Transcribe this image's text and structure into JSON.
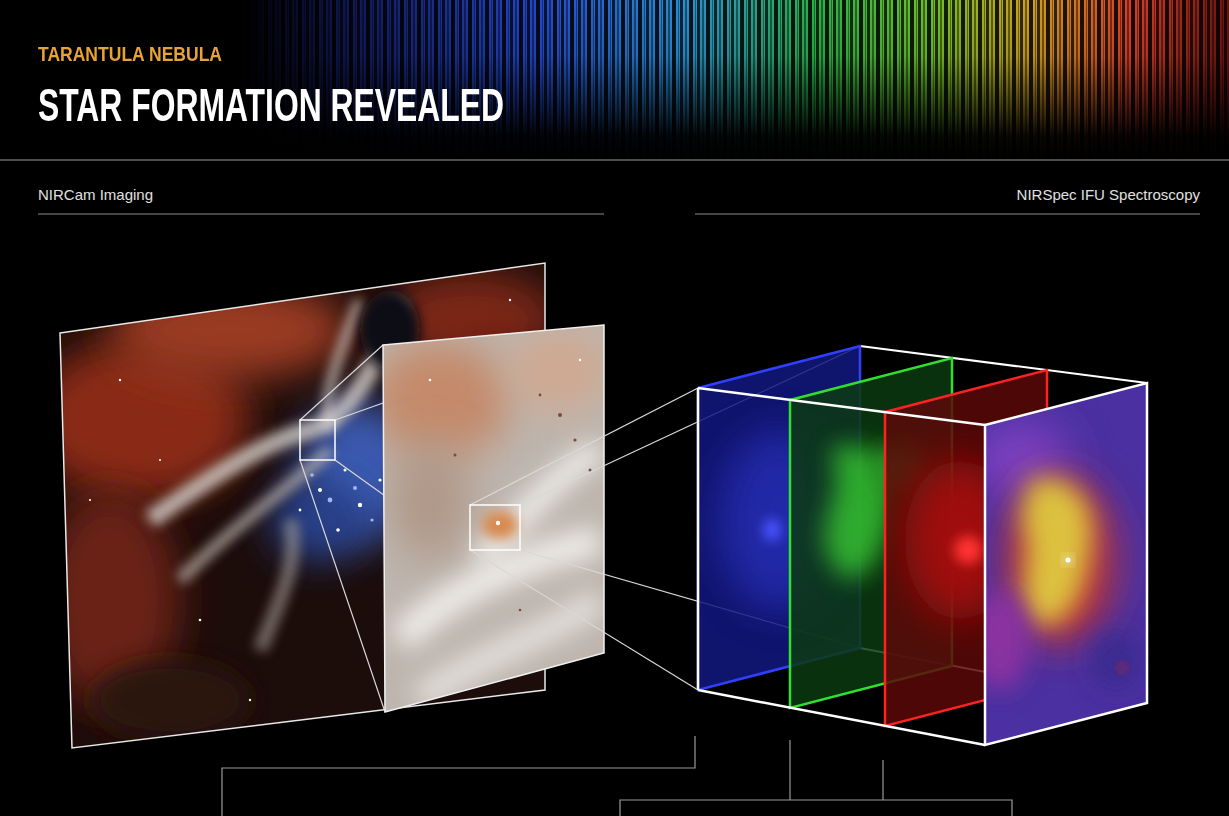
{
  "diagram": {
    "title": "STAR FORMATION REVEALED",
    "labels": [
      "TARANTULA NEBULA",
      "NIRCam Imaging",
      "NIRSpec IFU Spectroscopy"
    ]
  }
}
